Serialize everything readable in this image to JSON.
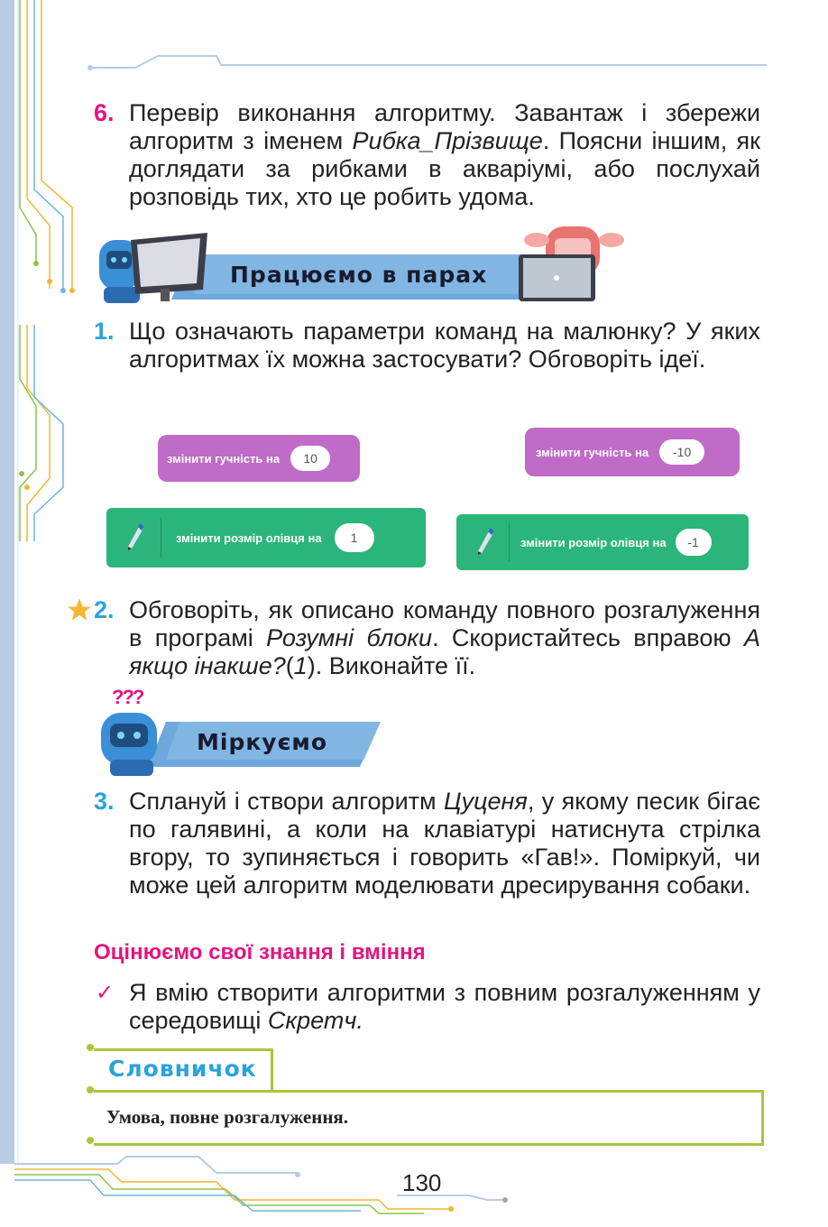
{
  "task6": {
    "number": "6.",
    "text_a": "Перевір виконання алгоритму. Завантаж і збережи алгоритм з іменем ",
    "italic": "Рибка_Прізвище",
    "text_b": ". Поясни іншим, як доглядати за рибками в акваріумі, або послухай розповідь тих, хто це робить удома."
  },
  "banner_pairs": {
    "title": "Працюємо в парах"
  },
  "task1": {
    "number": "1.",
    "text": "Що означають параметри команд на малюнку? У яких алгоритмах їх можна застосувати? Обговоріть ідеї."
  },
  "blocks": {
    "volume_plus": {
      "label": "змінити гучність на",
      "value": "10"
    },
    "volume_minus": {
      "label": "змінити гучність на",
      "value": "-10"
    },
    "pen_plus": {
      "label": "змінити розмір олівця на",
      "value": "1"
    },
    "pen_minus": {
      "label": "змінити розмір олівця на",
      "value": "-1"
    }
  },
  "task2": {
    "number": "2.",
    "text_a": "Обговоріть, як описано команду повного розгалуження в програмі ",
    "italic1": "Розумні блоки",
    "text_b": ". Скористайтесь вправою ",
    "italic2": "А якщо інакше?",
    "text_c": "(",
    "italic3": "1",
    "text_d": "). Виконайте її."
  },
  "banner_think": {
    "title": "Міркуємо",
    "question_marks": "???"
  },
  "task3": {
    "number": "3.",
    "text_a": "Сплануй і створи алгоритм ",
    "italic": "Цуценя",
    "text_b": ", у якому песик бігає по галявині, а коли на клавіатурі натиснута стрілка вгору, то зупиняється і говорить «Гав!». Поміркуй, чи може цей алгоритм моделювати дресирування собаки."
  },
  "self_check": {
    "heading": "Оцінюємо свої знання і вміння",
    "check": "✓",
    "text_a": "Я вмію створити алгоритми з повним розгалуженням у середовищі ",
    "italic": "Скретч."
  },
  "glossary": {
    "title": "Словничок",
    "text": "Умова, повне розгалуження."
  },
  "page_number": "130",
  "colors": {
    "pink": "#e5147f",
    "blue": "#2aa3dc",
    "green_line": "#a7c73a",
    "block_purple": "#c06bc7",
    "block_green": "#2bb57a"
  }
}
